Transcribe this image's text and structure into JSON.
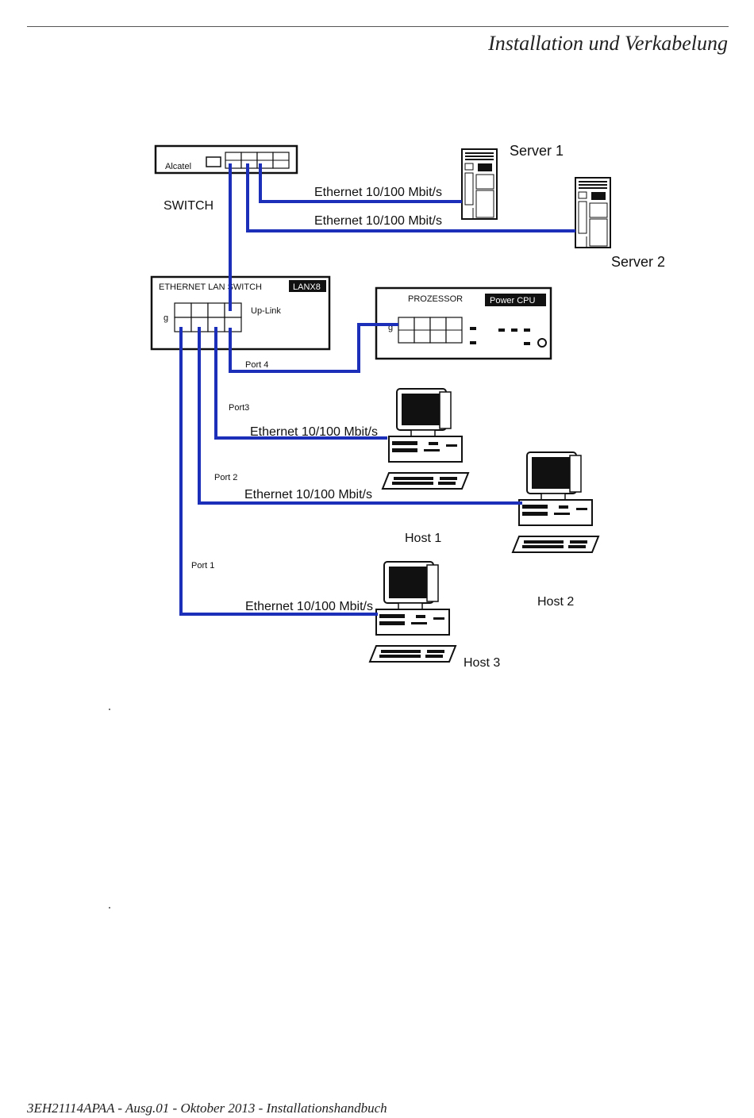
{
  "header": {
    "title": "Installation und Verkabelung"
  },
  "footer": {
    "text": "3EH21114APAA - Ausg.01 - Oktober 2013 - Installationshandbuch"
  },
  "diagram": {
    "top_switch": {
      "brand": "Alcatel",
      "caption": "SWITCH"
    },
    "lan_switch": {
      "title": "ETHERNET LAN SWITCH",
      "badge": "LANX8",
      "uplink": "Up-Link",
      "port_marker": "g"
    },
    "processor": {
      "title": "PROZESSOR",
      "badge": "Power CPU",
      "port_marker": "g"
    },
    "servers": [
      {
        "label": "Server 1"
      },
      {
        "label": "Server 2"
      }
    ],
    "hosts": [
      {
        "label": "Host 1"
      },
      {
        "label": "Host 2"
      },
      {
        "label": "Host 3"
      }
    ],
    "links": {
      "server1": "Ethernet 10/100 Mbit/s",
      "server2": "Ethernet 10/100 Mbit/s",
      "host1": "Ethernet 10/100 Mbit/s",
      "host2": "Ethernet 10/100 Mbit/s",
      "host3": "Ethernet 10/100 Mbit/s"
    },
    "ports": {
      "port1": "Port 1",
      "port2": "Port 2",
      "port3": "Port3",
      "port4": "Port 4"
    }
  }
}
